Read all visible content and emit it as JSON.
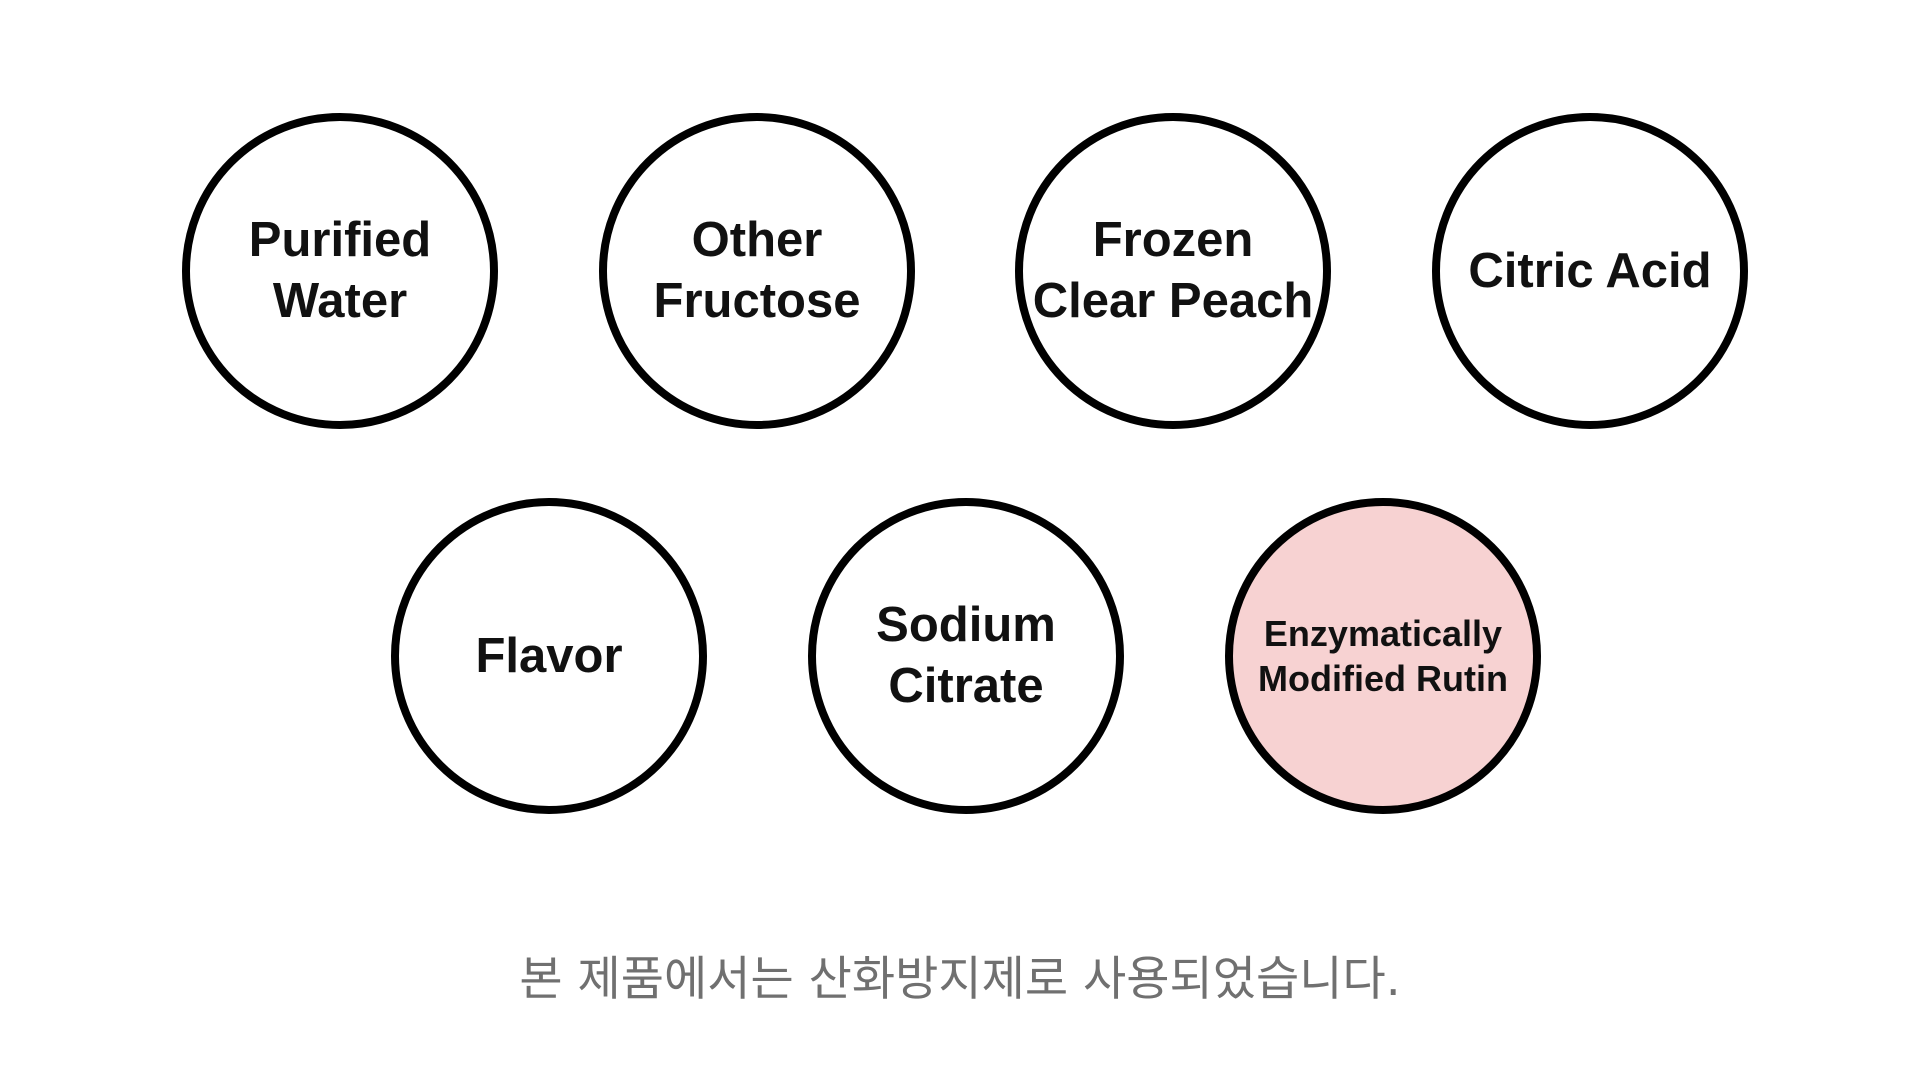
{
  "circles": [
    {
      "label": "Purified\nWater",
      "highlighted": false
    },
    {
      "label": "Other\nFructose",
      "highlighted": false
    },
    {
      "label": "Frozen\nClear Peach",
      "highlighted": false
    },
    {
      "label": "Citric Acid",
      "highlighted": false
    },
    {
      "label": "Flavor",
      "highlighted": false
    },
    {
      "label": "Sodium\nCitrate",
      "highlighted": false
    },
    {
      "label": "Enzymatically\nModified Rutin",
      "highlighted": true
    }
  ],
  "caption": "본 제품에서는 산화방지제로 사용되었습니다.",
  "colors": {
    "highlight_fill": "#f7d2d2",
    "outline": "#000000",
    "caption_text": "#707070"
  }
}
